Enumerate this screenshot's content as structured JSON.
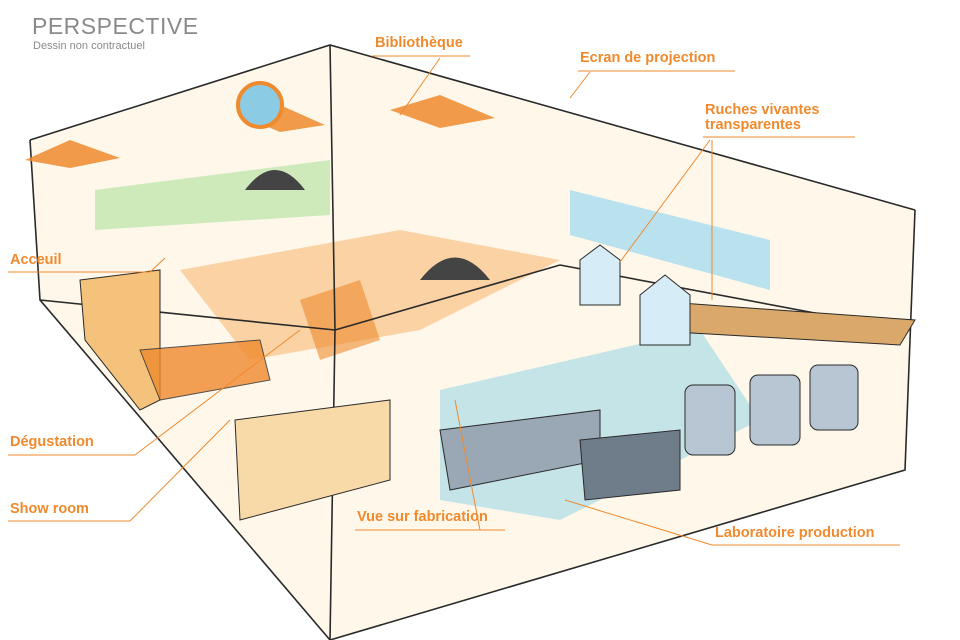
{
  "header": {
    "title": "PERSPECTIVE",
    "subtitle": "Dessin non contractuel"
  },
  "labels": {
    "bibliotheque": "Bibliothèque",
    "ecran": "Ecran de projection",
    "ruches_line1": "Ruches vivantes",
    "ruches_line2": "transparentes",
    "acceuil": "Acceuil",
    "degustation": "Dégustation",
    "showroom": "Show room",
    "vue": "Vue sur fabrication",
    "laboratoire": "Laboratoire production"
  },
  "colors": {
    "accent": "#ef8a2e",
    "blue": "#5ab8d8",
    "ink": "#2a2a2a",
    "title": "#8a8a8a"
  }
}
